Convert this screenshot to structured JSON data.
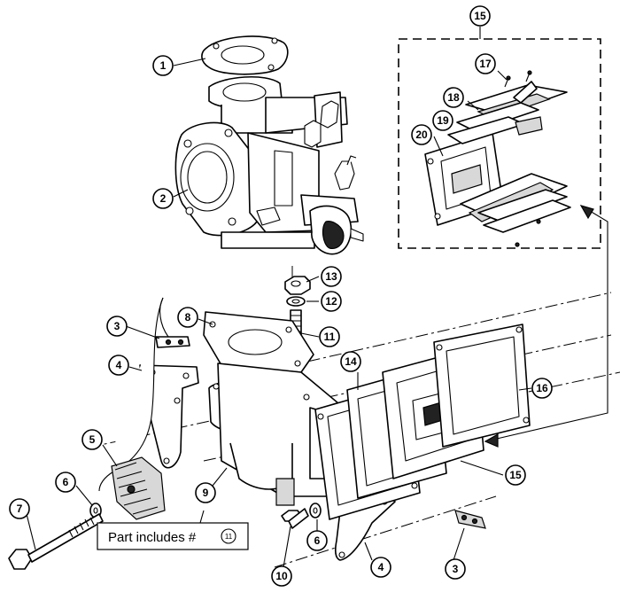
{
  "callouts": [
    {
      "id": "c1",
      "label": "1"
    },
    {
      "id": "c2",
      "label": "2"
    },
    {
      "id": "c3a",
      "label": "3"
    },
    {
      "id": "c3b",
      "label": "3"
    },
    {
      "id": "c4a",
      "label": "4"
    },
    {
      "id": "c4b",
      "label": "4"
    },
    {
      "id": "c5",
      "label": "5"
    },
    {
      "id": "c6a",
      "label": "6"
    },
    {
      "id": "c6b",
      "label": "6"
    },
    {
      "id": "c7",
      "label": "7"
    },
    {
      "id": "c8",
      "label": "8"
    },
    {
      "id": "c9",
      "label": "9"
    },
    {
      "id": "c10",
      "label": "10"
    },
    {
      "id": "c11",
      "label": "11"
    },
    {
      "id": "c12",
      "label": "12"
    },
    {
      "id": "c13",
      "label": "13"
    },
    {
      "id": "c14",
      "label": "14"
    },
    {
      "id": "c15a",
      "label": "15"
    },
    {
      "id": "c15b",
      "label": "15"
    },
    {
      "id": "c16",
      "label": "16"
    },
    {
      "id": "c17",
      "label": "17"
    },
    {
      "id": "c18",
      "label": "18"
    },
    {
      "id": "c19",
      "label": "19"
    },
    {
      "id": "c20",
      "label": "20"
    }
  ],
  "note": {
    "text": "Part includes #",
    "ref": "11"
  }
}
